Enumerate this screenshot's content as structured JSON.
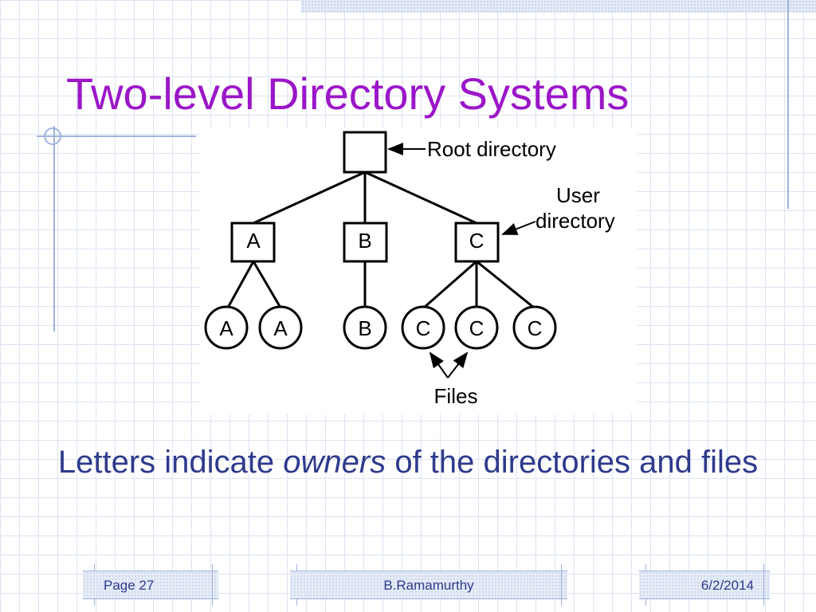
{
  "slide": {
    "title": "Two-level Directory Systems",
    "caption_before": "Letters indicate ",
    "caption_emphasis": "owners",
    "caption_after": " of the directories and files"
  },
  "diagram": {
    "root_label": "Root directory",
    "user_label_line1": "User",
    "user_label_line2": "directory",
    "files_label": "Files",
    "user_directories": [
      "A",
      "B",
      "C"
    ],
    "files": [
      "A",
      "A",
      "B",
      "C",
      "C",
      "C"
    ]
  },
  "footer": {
    "page": "Page 27",
    "author": "B.Ramamurthy",
    "date": "6/2/2014"
  },
  "colors": {
    "title": "#9b16c8",
    "text": "#2e3a8c",
    "grid": "#dbe3f2",
    "accent_lines": "#9fb3dd"
  }
}
